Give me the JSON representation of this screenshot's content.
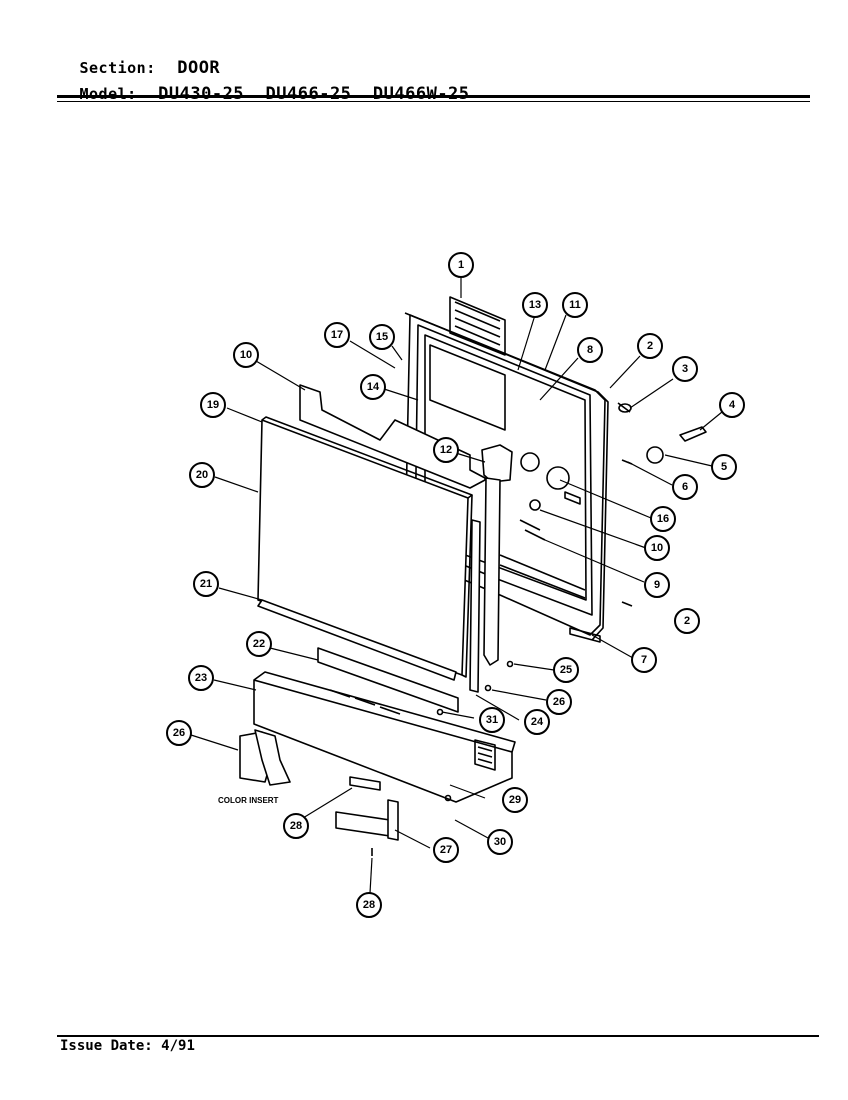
{
  "header": {
    "section_label": "Section:",
    "section_value": "DOOR",
    "model_label": "Model:",
    "models": [
      "DU430-25",
      "DU466-25",
      "DU466W-25"
    ]
  },
  "diagram": {
    "callouts": [
      "1",
      "2",
      "3",
      "4",
      "5",
      "6",
      "7",
      "8",
      "9",
      "10",
      "11",
      "12",
      "13",
      "14",
      "15",
      "16",
      "17",
      "19",
      "20",
      "21",
      "22",
      "23",
      "24",
      "25",
      "26",
      "27",
      "28",
      "29",
      "30",
      "31"
    ],
    "color_insert_label": "COLOR INSERT"
  },
  "footer": {
    "issue_label": "Issue Date:",
    "issue_date": "4/91"
  }
}
